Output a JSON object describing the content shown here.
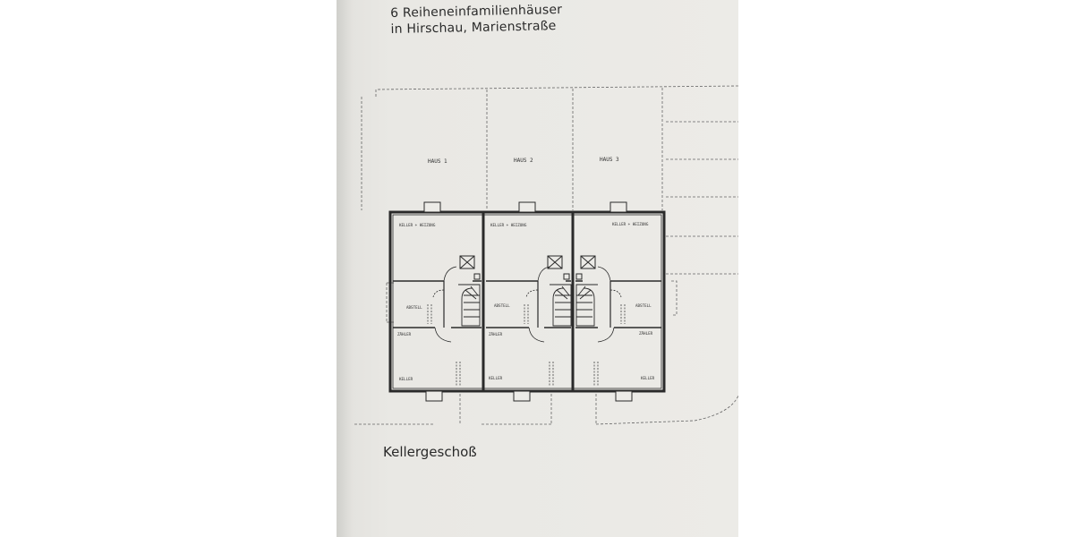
{
  "document": {
    "title_line1": "6 Reiheneinfamilienhäuser",
    "title_line2": "in Hirschau, Marienstraße",
    "caption": "Kellergeschoß"
  },
  "houses": [
    {
      "name": "HAUS 1",
      "rooms": {
        "top": "KELLER + HEIZUNG",
        "storage": "ABSTELL",
        "meter": "ZÄHLER",
        "bottom": "KELLER"
      }
    },
    {
      "name": "HAUS 2",
      "rooms": {
        "top": "KELLER + HEIZUNG",
        "storage": "ABSTELL",
        "meter": "ZÄHLER",
        "bottom": "KELLER"
      }
    },
    {
      "name": "HAUS 3",
      "rooms": {
        "top": "KELLER + HEIZUNG",
        "storage": "ABSTELL",
        "meter": "ZÄHLER",
        "bottom": "KELLER"
      }
    }
  ]
}
